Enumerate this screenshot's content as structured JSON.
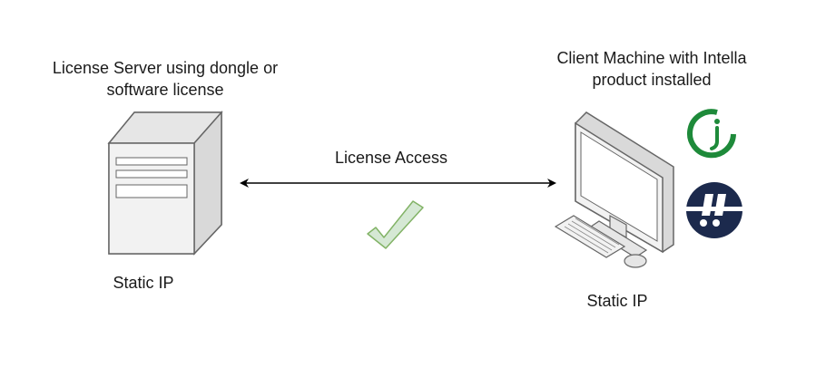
{
  "server": {
    "title_line1": "License Server using dongle or",
    "title_line2": "software license",
    "ip_label": "Static IP"
  },
  "client": {
    "title_line1": "Client Machine with Intella",
    "title_line2": "product installed",
    "ip_label": "Static IP"
  },
  "connection": {
    "label": "License Access",
    "status_icon": "check-icon"
  },
  "colors": {
    "device_fill": "#f2f2f2",
    "device_stroke": "#666666",
    "check_fill": "#d5e8d4",
    "check_stroke": "#82b366",
    "logo_green": "#1e8a3a",
    "logo_navy": "#1c2a4d"
  },
  "icons": {
    "server": "server-tower-icon",
    "client": "desktop-computer-icon",
    "product_logo_1": "intella-logo-icon",
    "product_logo_2": "intella-connect-logo-icon"
  }
}
